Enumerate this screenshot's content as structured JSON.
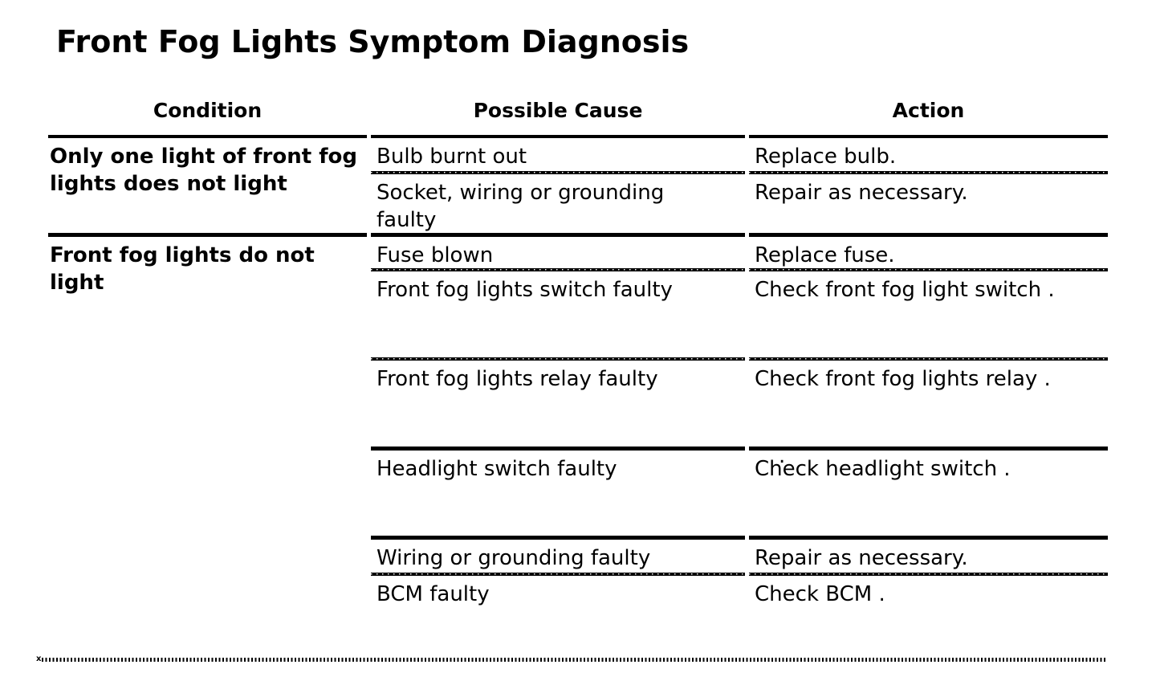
{
  "page": {
    "title": "Front Fog Lights Symptom Diagnosis",
    "background": "#ffffff",
    "text_color": "#000000"
  },
  "table": {
    "headers": [
      "Condition",
      "Possible Cause",
      "Action"
    ],
    "groups": [
      {
        "condition": "Only one light of front fog lights does not light",
        "rows": [
          {
            "cause": "Bulb burnt out",
            "action": "Replace bulb."
          },
          {
            "cause": "Socket, wiring or grounding faulty",
            "action": "Repair as necessary."
          }
        ]
      },
      {
        "condition": "Front fog lights do not light",
        "rows": [
          {
            "cause": "Fuse blown",
            "action": "Replace fuse."
          },
          {
            "cause": "Front fog lights switch faulty",
            "action": "Check front fog light switch ."
          },
          {
            "cause": "Front fog lights relay faulty",
            "action": "Check front fog lights relay ."
          },
          {
            "cause": "Headlight switch faulty",
            "action": "Check headlight switch ."
          },
          {
            "cause": "Wiring or grounding faulty",
            "action": "Repair as necessary."
          },
          {
            "cause": "BCM faulty",
            "action": "Check BCM ."
          }
        ]
      }
    ]
  },
  "artifacts": {
    "stray_period": ".",
    "dash_line_lead": "x"
  }
}
